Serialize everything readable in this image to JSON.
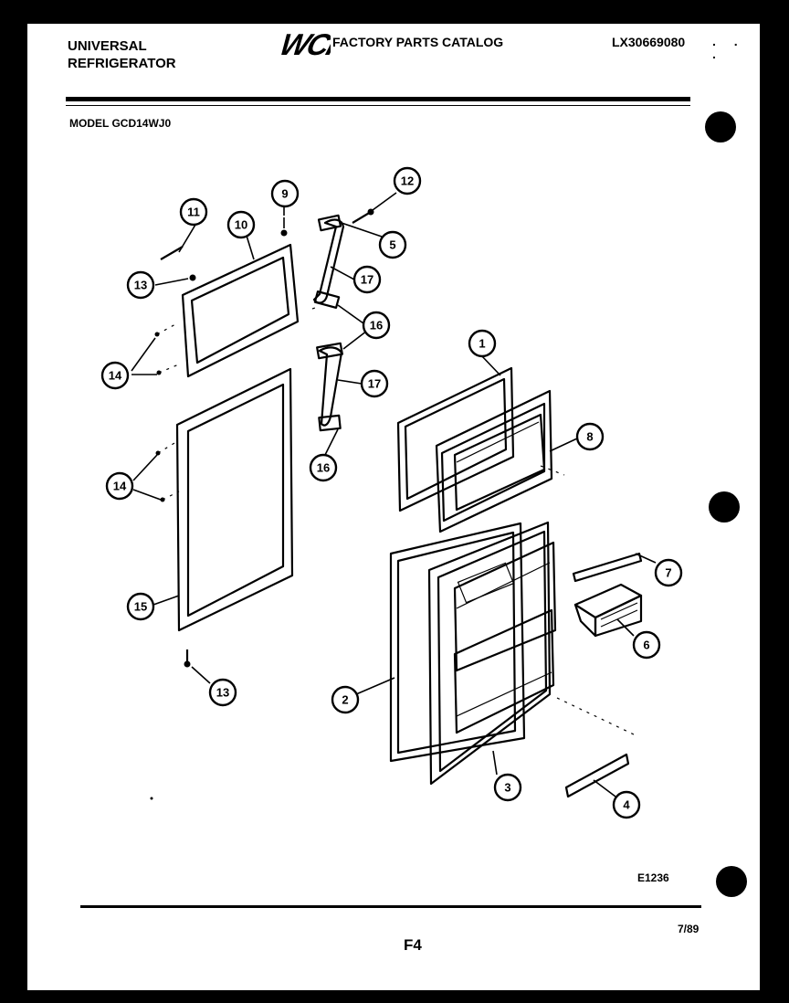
{
  "header": {
    "brand_line1": "UNIVERSAL",
    "brand_line2": "REFRIGERATOR",
    "logo_text": "WCI",
    "catalog_title": "FACTORY PARTS CATALOG",
    "catalog_number": "LX30669080",
    "corner_marks": ". . ."
  },
  "model": {
    "label": "MODEL GCD14WJ0"
  },
  "diagram": {
    "callouts": [
      "1",
      "2",
      "3",
      "4",
      "5",
      "6",
      "7",
      "8",
      "9",
      "10",
      "11",
      "12",
      "13",
      "13",
      "14",
      "14",
      "15",
      "16",
      "16",
      "17",
      "17"
    ]
  },
  "footer": {
    "drawing_code": "E1236",
    "date": "7/89",
    "page": "F4"
  },
  "colors": {
    "ink": "#000000",
    "paper": "#ffffff"
  }
}
